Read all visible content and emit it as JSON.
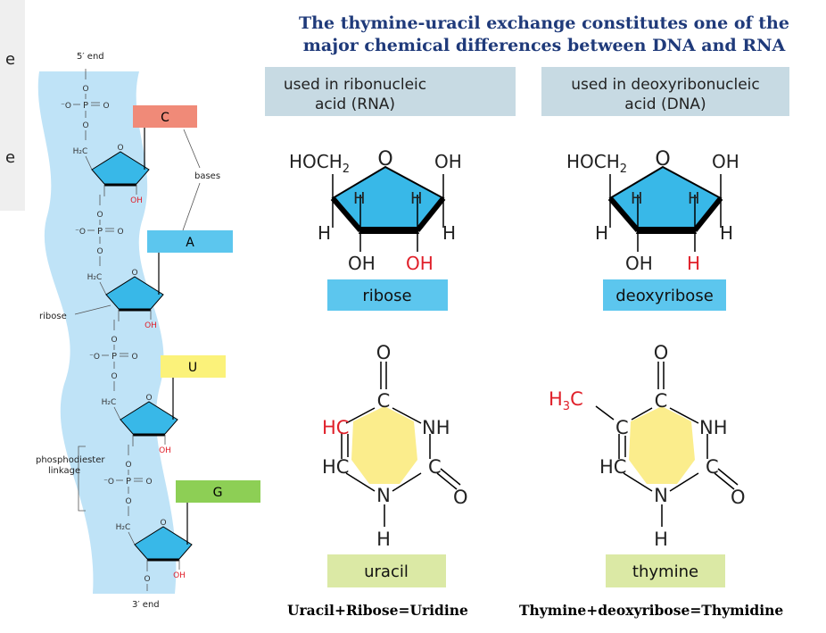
{
  "headline": {
    "line1": "The thymine-uracil exchange constitutes one of the",
    "line2": "major chemical differences between DNA and RNA"
  },
  "side_panel": {
    "frag1": "e",
    "frag2": "e"
  },
  "strand": {
    "five_prime": "5′ end",
    "three_prime": "3′ end",
    "bases_label": "bases",
    "ribose_label": "ribose",
    "linkage_label_1": "phosphodiester",
    "linkage_label_2": "linkage",
    "base_c": "C",
    "base_a": "A",
    "base_u": "U",
    "base_g": "G",
    "o": "O",
    "p": "P",
    "o_minus": "⁻O",
    "h2c": "H₂C",
    "oh": "OH"
  },
  "panels": {
    "rna_header_1": "used in ribonucleic",
    "rna_header_2": "acid (RNA)",
    "dna_header_1": "used in deoxyribonucleic",
    "dna_header_2": "acid (DNA)",
    "ribose": "ribose",
    "deoxyribose": "deoxyribose",
    "uracil": "uracil",
    "thymine": "thymine"
  },
  "chem": {
    "hoch2": "HOCH",
    "sub2": "2",
    "o": "O",
    "oh": "OH",
    "h": "H",
    "c": "C",
    "hc": "HC",
    "nh": "NH",
    "n": "N",
    "h3c": "H",
    "sub3": "3",
    "c_sfx": "C"
  },
  "captions": {
    "left": "Uracil+Ribose=Uridine",
    "right": "Thymine+deoxyribose=Thymidine"
  },
  "colors": {
    "strand_bg": "#bfe3f7",
    "sugar_fill": "#38b8e8",
    "base_c": "#f08a78",
    "base_a": "#5cc6ee",
    "base_u": "#fbf27a",
    "base_g": "#8dcf55",
    "header_bg": "#c7dae3",
    "ribose_box": "#5cc6ee",
    "base_box": "#dbe9a5",
    "ring_fill": "#fbed8c",
    "highlight_red": "#e0202a",
    "headline": "#1f3a7a"
  }
}
